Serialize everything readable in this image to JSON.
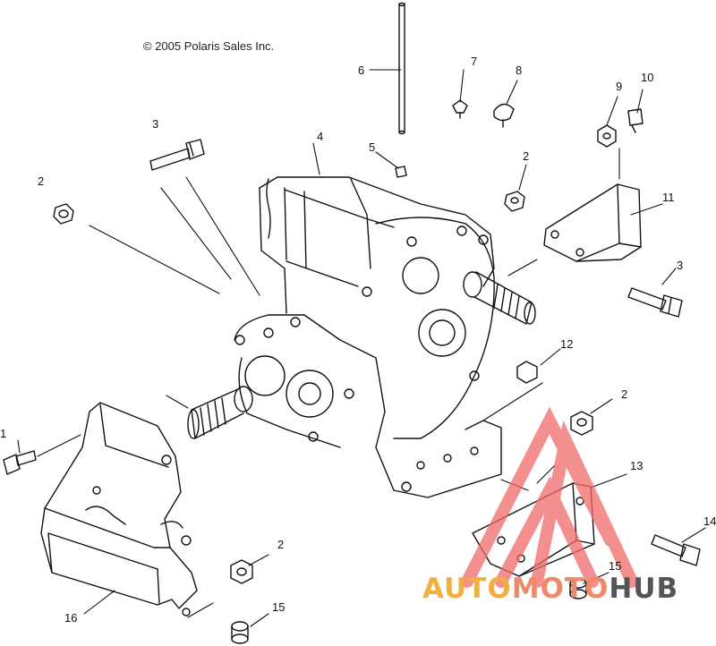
{
  "copyright": "© 2005 Polaris Sales Inc.",
  "watermark": {
    "part1": "AUTO",
    "part2": "MOTO",
    "part3": "HUB",
    "color_primary": "#f0b040",
    "color_secondary": "#ee8a6a",
    "color_dark": "#555555",
    "triangle_color": "#ef6a6a"
  },
  "callouts": [
    {
      "id": "c1",
      "label": "1"
    },
    {
      "id": "c2a",
      "label": "2"
    },
    {
      "id": "c2b",
      "label": "2"
    },
    {
      "id": "c2c",
      "label": "2"
    },
    {
      "id": "c2d",
      "label": "2"
    },
    {
      "id": "c3a",
      "label": "3"
    },
    {
      "id": "c3b",
      "label": "3"
    },
    {
      "id": "c4",
      "label": "4"
    },
    {
      "id": "c5",
      "label": "5"
    },
    {
      "id": "c6",
      "label": "6"
    },
    {
      "id": "c7",
      "label": "7"
    },
    {
      "id": "c8",
      "label": "8"
    },
    {
      "id": "c9",
      "label": "9"
    },
    {
      "id": "c10",
      "label": "10"
    },
    {
      "id": "c11",
      "label": "11"
    },
    {
      "id": "c12",
      "label": "12"
    },
    {
      "id": "c13",
      "label": "13"
    },
    {
      "id": "c14",
      "label": "14"
    },
    {
      "id": "c15a",
      "label": "15"
    },
    {
      "id": "c15b",
      "label": "15"
    },
    {
      "id": "c16",
      "label": "16"
    }
  ]
}
